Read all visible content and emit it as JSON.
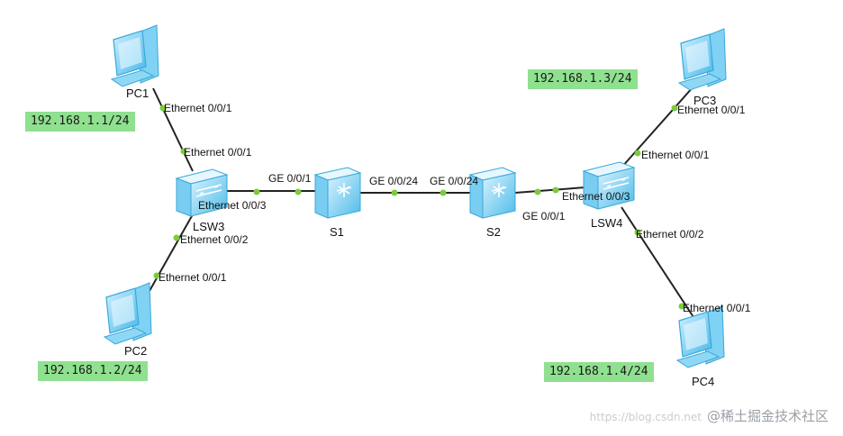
{
  "colors": {
    "link": "#222222",
    "port_dot": "#7ccb3c",
    "ip_bg": "#8fe08f",
    "pc": "#5cc7ef",
    "switch": "#5cc7ef"
  },
  "devices": {
    "pc1": {
      "name": "PC1",
      "ip": "192.168.1.1/24"
    },
    "pc2": {
      "name": "PC2",
      "ip": "192.168.1.2/24"
    },
    "pc3": {
      "name": "PC3",
      "ip": "192.168.1.3/24"
    },
    "pc4": {
      "name": "PC4",
      "ip": "192.168.1.4/24"
    },
    "lsw3": {
      "name": "LSW3"
    },
    "lsw4": {
      "name": "LSW4"
    },
    "s1": {
      "name": "S1"
    },
    "s2": {
      "name": "S2"
    }
  },
  "ports": {
    "pc1_eth": "Ethernet 0/0/1",
    "lsw3_up": "Ethernet 0/0/1",
    "lsw3_s1": "Ethernet 0/0/3",
    "lsw3_down": "Ethernet 0/0/2",
    "pc2_eth": "Ethernet 0/0/1",
    "s1_lsw3": "GE 0/0/1",
    "s1_s2": "GE 0/0/24",
    "s2_s1": "GE 0/0/24",
    "s2_lsw4": "GE 0/0/1",
    "lsw4_s2": "Ethernet 0/0/3",
    "lsw4_up": "Ethernet 0/0/1",
    "lsw4_down": "Ethernet 0/0/2",
    "pc3_eth": "Ethernet 0/0/1",
    "pc4_eth": "Ethernet 0/0/1"
  },
  "watermark": {
    "text": "@稀土掘金技术社区",
    "faint": "https://blog.csdn.net"
  }
}
